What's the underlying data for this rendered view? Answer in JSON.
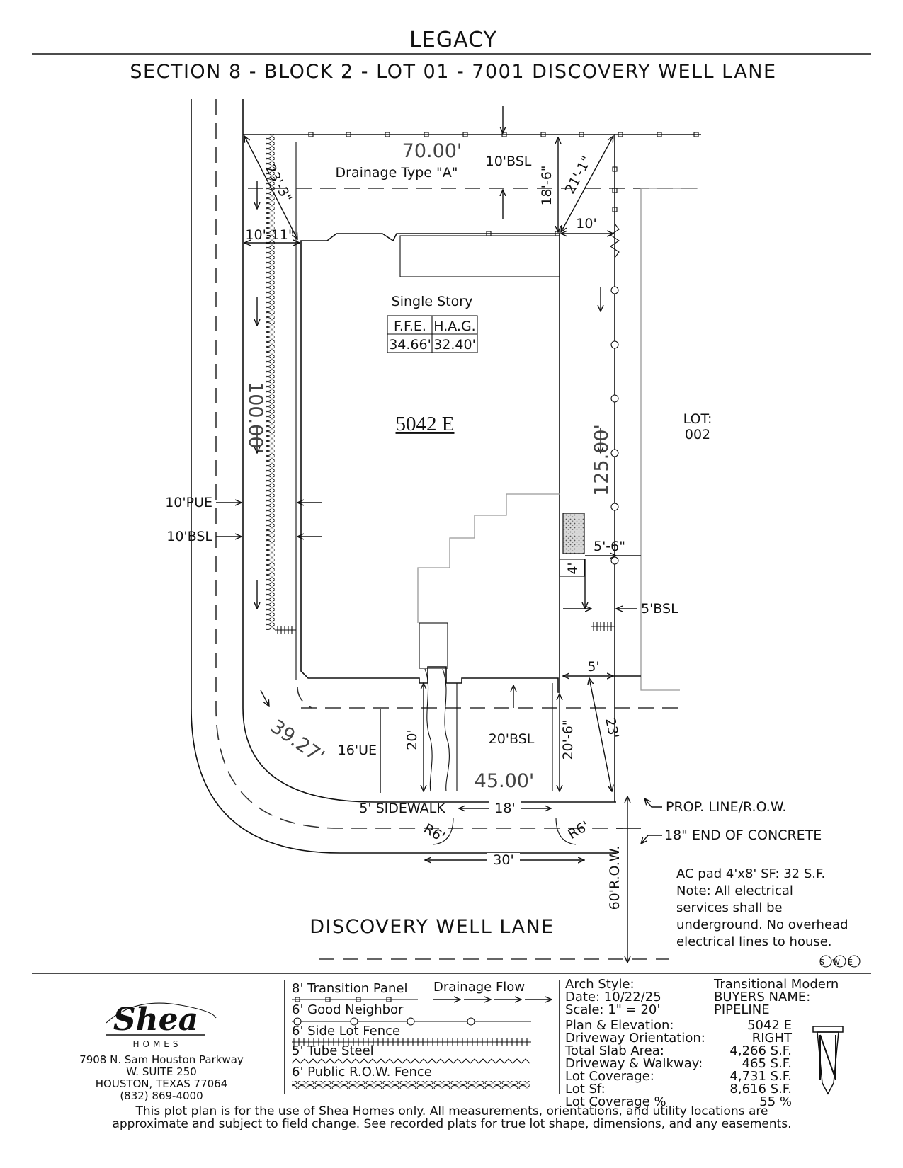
{
  "header": {
    "title": "LEGACY",
    "subtitle": "SECTION 8 - BLOCK 2 - LOT 01 - 7001 DISCOVERY WELL LANE"
  },
  "plan": {
    "rear_width": "70.00'",
    "rear_bsl": "10'BSL",
    "drainage_label": "Drainage Type \"A\"",
    "dim_corner_left": "23'-3\"",
    "dim_rear_depth": "18'-6\"",
    "dim_corner_right": "21'-1\"",
    "dim_side_right": "10'",
    "dim_side_left": "10'-11\"",
    "story": "Single Story",
    "ffe_label": "F.F.E.",
    "ffe_value": "34.66'",
    "hag_label": "H.A.G.",
    "hag_value": "32.40'",
    "plan_code": "5042 E",
    "left_depth": "100.00'",
    "right_depth": "125.00'",
    "neighbor_lot_label": "LOT:",
    "neighbor_lot_number": "002",
    "pue": "10'PUE",
    "left_bsl": "10'BSL",
    "dim_ac_side": "5'-6\"",
    "dim_ac_width": "4'",
    "right_bsl": "5'BSL",
    "dim_front_side": "5'",
    "curve_length": "39.27'",
    "ue": "16'UE",
    "dim_walk": "20'",
    "front_bsl": "20'BSL",
    "dim_front_setback": "20'-6\"",
    "dim_front_corner": "23'",
    "front_width": "45.00'",
    "sidewalk": "5' SIDEWALK",
    "drive_width": "18'",
    "prop_line": "PROP. LINE/R.O.W.",
    "radius_left": "R6'",
    "radius_right": "R6'",
    "end_concrete": "18\" END OF CONCRETE",
    "curb_cut": "30'",
    "row": "60'R.O.W.",
    "street": "DISCOVERY WELL LANE"
  },
  "notes": {
    "ac_pad": "AC pad 4'x8' SF: 32 S.F.",
    "line1": "Note: All electrical",
    "line2": "services shall be",
    "line3": "underground. No overhead",
    "line4": "electrical lines to house.",
    "stamp": "SWE"
  },
  "company": {
    "logo_text": "Shea",
    "logo_sub": "HOMES",
    "address1": "7908 N. Sam Houston Parkway",
    "address2": "W. SUITE 250",
    "address3": "HOUSTON, TEXAS 77064",
    "phone": "(832) 869-4000"
  },
  "legend": {
    "transition": "8' Transition Panel",
    "drainage": "Drainage Flow",
    "good_neighbor": "6' Good Neighbor",
    "side_fence": "6' Side Lot Fence",
    "tube_steel": "5' Tube Steel",
    "public_fence": "6' Public R.O.W. Fence"
  },
  "info": {
    "arch_style_label": "Arch Style:",
    "arch_style_value": "Transitional Modern",
    "date": "Date:  10/22/25",
    "buyer_label": "BUYERS NAME:",
    "scale": "Scale: 1\" = 20'",
    "buyer_value": "PIPELINE",
    "rows": [
      {
        "label": "Plan & Elevation:",
        "value": "5042 E"
      },
      {
        "label": "Driveway Orientation:",
        "value": "RIGHT"
      },
      {
        "label": "Total Slab Area:",
        "value": "4,266 S.F."
      },
      {
        "label": "Driveway & Walkway:",
        "value": "465 S.F."
      },
      {
        "label": "Lot Coverage:",
        "value": "4,731 S.F."
      },
      {
        "label": "Lot Sf:",
        "value": "8,616 S.F."
      },
      {
        "label": "Lot Coverage %",
        "value": "55 %"
      }
    ]
  },
  "disclaimer": {
    "line1": "This plot plan is for the use of Shea Homes only. All measurements, orientations, and utility locations are",
    "line2": "approximate and subject to field change. See recorded plats for true lot shape, dimensions, and any easements."
  }
}
